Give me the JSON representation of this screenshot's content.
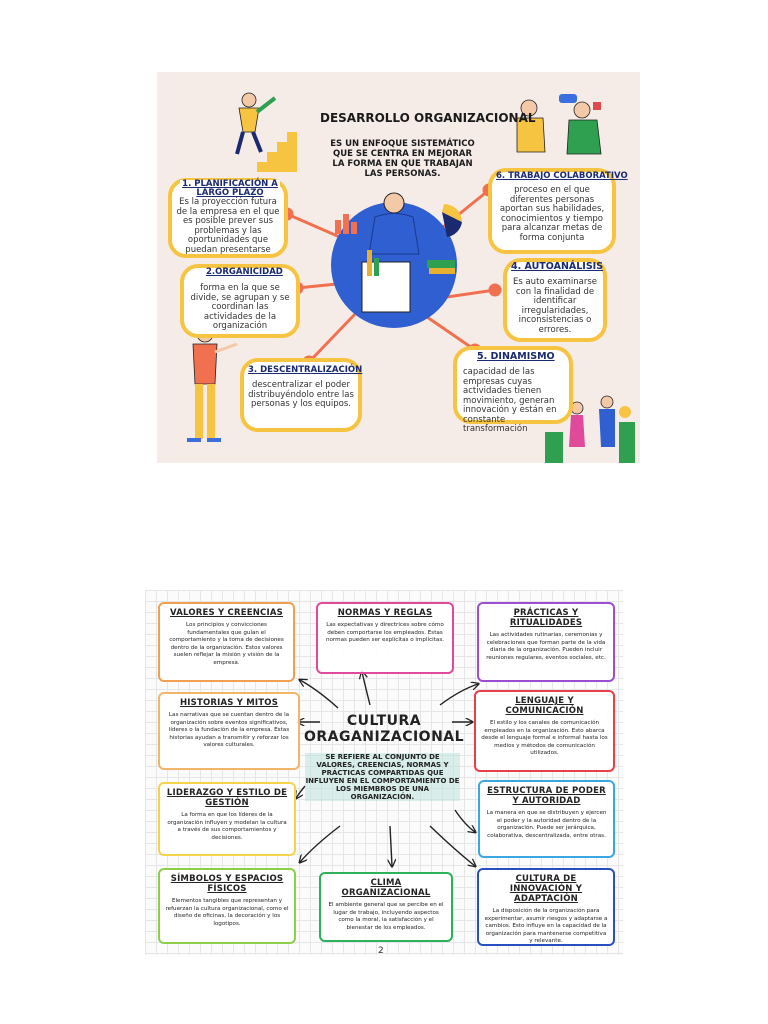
{
  "infographic1": {
    "title": "DESARROLLO ORGANIZACIONAL",
    "intro": "ES UN ENFOQUE SISTEMÁTICO QUE SE CENTRA EN MEJORAR LA FORMA EN QUE TRABAJAN LAS PERSONAS.",
    "items": [
      {
        "heading": "1. PLANIFICACIÓN A LARGO PLAZO",
        "text": "Es la proyección futura de la empresa en el que es posible prever sus problemas y las oportunidades que puedan presentarse"
      },
      {
        "heading": "2.ORGANICIDAD",
        "text": "forma en la que se divide, se agrupan y se coordinan las actividades de la organización"
      },
      {
        "heading": "3. DESCENTRALIZACIÓN",
        "text": "descentralizar el poder distribuyéndolo entre las personas y los equipos."
      },
      {
        "heading": "4. AUTOANÁLISIS",
        "text": "Es auto examinarse con la finalidad de identificar irregularidades, inconsistencias o errores."
      },
      {
        "heading": "5. DINAMISMO",
        "text": "capacidad de las empresas cuyas actividades tienen movimiento, generan innovación y están en constante transformación"
      },
      {
        "heading": "6. TRABAJO COLABORATIVO",
        "text": "proceso en el que diferentes personas aportan sus habilidades, conocimientos y tiempo para alcanzar metas de forma conjunta"
      }
    ],
    "colors": {
      "box_border": "#f7c442",
      "hub": "#2f5fd0",
      "spoke": "#f07050",
      "background": "#f6ece7",
      "heading": "#1a2a70"
    }
  },
  "infographic2": {
    "title": "CULTURA ORAGANIZACIONAL",
    "definition": "SE REFIERE AL CONJUNTO DE VALORES, CREENCIAS, NORMAS Y PRÁCTICAS COMPARTIDAS QUE INFLUYEN EN EL COMPORTAMIENTO DE LOS MIEMBROS DE UNA ORGANIZACIÓN.",
    "page_number": "2",
    "boxes": [
      {
        "heading": "VALORES Y CREENCIAS",
        "text": "Los principios y convicciones fundamentales que guían el comportamiento y la toma de decisiones dentro de la organización. Estos valores suelen reflejar la misión y visión de la empresa.",
        "color": "#f0a050"
      },
      {
        "heading": "NORMAS Y REGLAS",
        "text": "Las expectativas y directrices sobre cómo deben comportarse los empleados. Estas normas pueden ser explícitas o implícitas.",
        "color": "#e04a9a"
      },
      {
        "heading": "PRÁCTICAS Y RITUALIDADES",
        "text": "Las actividades rutinarias, ceremonias y celebraciones que forman parte de la vida diaria de la organización. Pueden incluir reuniones regulares, eventos sociales, etc.",
        "color": "#9b4fd0"
      },
      {
        "heading": "HISTORIAS Y MITOS",
        "text": "Las narrativas que se cuentan dentro de la organización sobre eventos significativos, líderes o la fundación de la empresa. Estas historias ayudan a transmitir y reforzar los valores culturales.",
        "color": "#f2b66a"
      },
      {
        "heading": "LENGUAJE Y COMUNICACIÓN",
        "text": "El estilo y los canales de comunicación empleados en la organización. Esto abarca desde el lenguaje formal e informal hasta los medios y métodos de comunicación utilizados.",
        "color": "#e8404a"
      },
      {
        "heading": "LIDERAZGO Y ESTILO DE GESTIÓN",
        "text": "La forma en que los líderes de la organización influyen y modelan la cultura a través de sus comportamientos y decisiones.",
        "color": "#f5d34a"
      },
      {
        "heading": "ESTRUCTURA DE PODER Y AUTORIDAD",
        "text": "La manera en que se distribuyen y ejercen el poder y la autoridad dentro de la organización. Puede ser jerárquica, colaborativa, descentralizada, entre otras.",
        "color": "#3aa8e0"
      },
      {
        "heading": "SÍMBOLOS Y ESPACIOS FÍSICOS",
        "text": "Elementos tangibles que representan y refuerzan la cultura organizacional, como el diseño de oficinas, la decoración y los logotipos.",
        "color": "#8cd04a"
      },
      {
        "heading": "CLIMA ORGANIZACIONAL",
        "text": "El ambiente general que se percibe en el lugar de trabajo, incluyendo aspectos como la moral, la satisfacción y el bienestar de los empleados.",
        "color": "#2fb05a"
      },
      {
        "heading": "CULTURA DE INNOVACIÓN Y ADAPTACIÓN",
        "text": "La disposición de la organización para experimentar, asumir riesgos y adaptarse a cambios. Esto influye en la capacidad de la organización para mantenerse competitiva y relevante.",
        "color": "#2a4fc0"
      }
    ]
  }
}
